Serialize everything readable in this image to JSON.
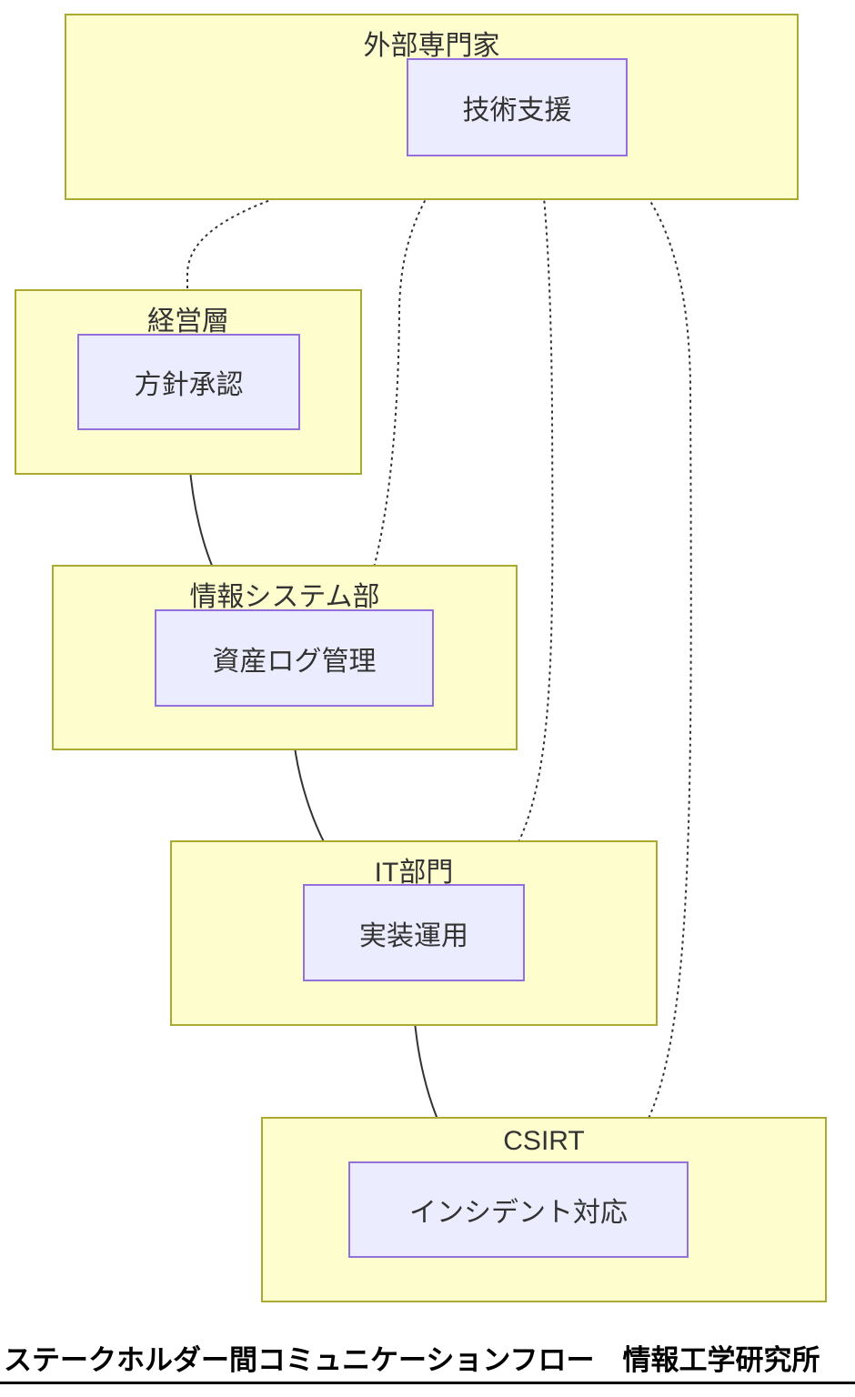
{
  "diagram": {
    "groups": [
      {
        "id": "external",
        "title": "外部専門家",
        "node_label": "技術支援"
      },
      {
        "id": "management",
        "title": "経営層",
        "node_label": "方針承認"
      },
      {
        "id": "infosys",
        "title": "情報システム部",
        "node_label": "資産ログ管理"
      },
      {
        "id": "it",
        "title": "IT部門",
        "node_label": "実装運用"
      },
      {
        "id": "csirt",
        "title": "CSIRT",
        "node_label": "インシデント対応"
      }
    ],
    "edges": [
      {
        "from": "技術支援",
        "to": "方針承認",
        "style": "dashed"
      },
      {
        "from": "技術支援",
        "to": "資産ログ管理",
        "style": "dashed"
      },
      {
        "from": "技術支援",
        "to": "実装運用",
        "style": "dashed"
      },
      {
        "from": "技術支援",
        "to": "インシデント対応",
        "style": "dashed"
      },
      {
        "from": "方針承認",
        "to": "資産ログ管理",
        "style": "solid"
      },
      {
        "from": "資産ログ管理",
        "to": "実装運用",
        "style": "solid"
      },
      {
        "from": "実装運用",
        "to": "インシデント対応",
        "style": "solid"
      }
    ],
    "colors": {
      "group_fill": "#fdfdce",
      "group_border": "#aaaa33",
      "node_fill": "#ececff",
      "node_border": "#9370db",
      "edge": "#333333",
      "text": "#333333"
    }
  },
  "footer": {
    "caption": "ステークホルダー間コミュニケーションフロー　情報工学研究所"
  }
}
